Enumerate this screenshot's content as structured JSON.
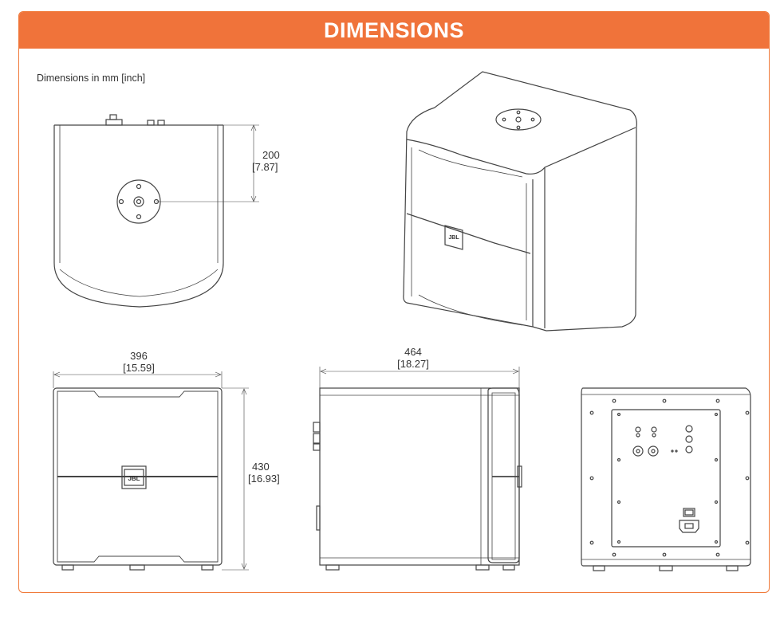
{
  "header": {
    "title": "DIMENSIONS"
  },
  "subtitle": "Dimensions in mm [inch]",
  "colors": {
    "accent": "#f0733a",
    "line": "#444444"
  },
  "views": {
    "top": {
      "dimension": {
        "mm": "200",
        "inch": "[7.87]"
      }
    },
    "perspective": {
      "badge": "JBL"
    },
    "front": {
      "width": {
        "mm": "396",
        "inch": "[15.59]"
      },
      "height": {
        "mm": "430",
        "inch": "[16.93]"
      },
      "badge": "JBL"
    },
    "side": {
      "depth": {
        "mm": "464",
        "inch": "[18.27]"
      }
    },
    "rear": {}
  }
}
